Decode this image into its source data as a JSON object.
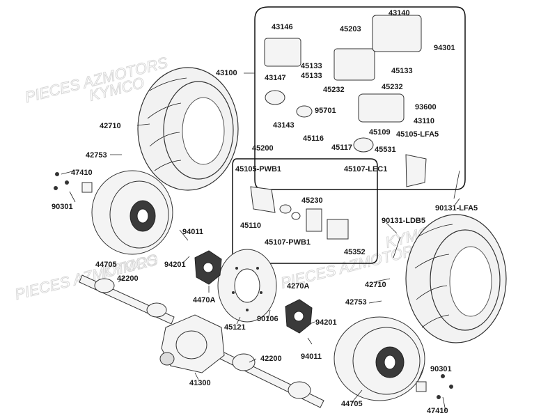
{
  "watermark": {
    "line1": "PIECES AZMOTORS",
    "line2": "KYMCO"
  },
  "labels": {
    "p43140": "43140",
    "p43146": "43146",
    "p45203": "45203",
    "p94301": "94301",
    "p43100": "43100",
    "p43147": "43147",
    "p45133_a": "45133",
    "p45133_b": "45133",
    "p45133_c": "45133",
    "p45232_a": "45232",
    "p45232_b": "45232",
    "p95701": "95701",
    "p93600": "93600",
    "p43143": "43143",
    "p43110": "43110",
    "p45109": "45109",
    "p45105_lfa5": "45105-LFA5",
    "p45116": "45116",
    "p45117": "45117",
    "p45531": "45531",
    "p45107_lec1": "45107-LEC1",
    "p42710_top": "42710",
    "p42753_top": "42753",
    "p45200": "45200",
    "p45105_pwb1": "45105-PWB1",
    "p47410_top": "47410",
    "p90301_top": "90301",
    "p45230": "45230",
    "p90131_lfa5": "90131-LFA5",
    "p45110": "45110",
    "p90131_ldb5": "90131-LDB5",
    "p94011_top": "94011",
    "p45107_pwb1": "45107-PWB1",
    "p44705_top": "44705",
    "p94201_top": "94201",
    "p45352": "45352",
    "p42200_top": "42200",
    "p42710_bottom": "42710",
    "p4470a": "4470A",
    "p4270a": "4270A",
    "p42753_bottom": "42753",
    "p45121": "45121",
    "p90106": "90106",
    "p94201_bottom": "94201",
    "p94011_bottom": "94011",
    "p42200_bottom": "42200",
    "p41300": "41300",
    "p90301_bottom": "90301",
    "p44705_bottom": "44705",
    "p47410_bottom": "47410"
  }
}
